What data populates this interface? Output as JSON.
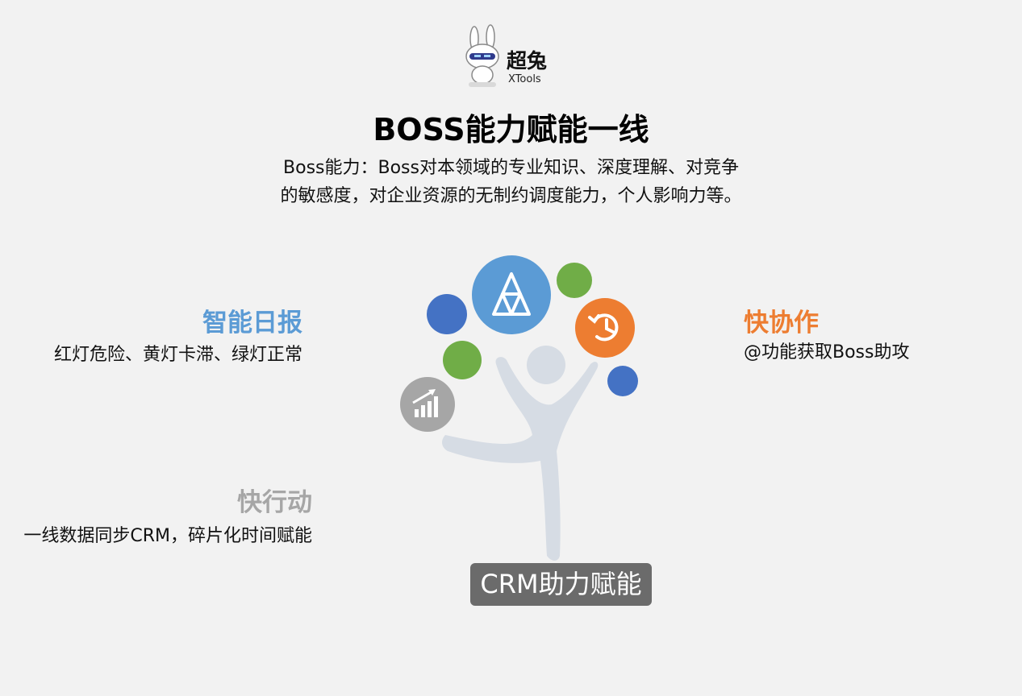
{
  "logo": {
    "cn": "超兔",
    "en": "XTools"
  },
  "headline": "BOSS能力赋能一线",
  "subtitle": [
    "Boss能力：Boss对本领域的专业知识、深度理解、对竞争",
    "的敏感度，对企业资源的无制约调度能力，个人影响力等。"
  ],
  "features": {
    "daily": {
      "title": "智能日报",
      "desc": "红灯危险、黄灯卡滞、绿灯正常"
    },
    "move": {
      "title": "快行动",
      "desc": "一线数据同步CRM，碎片化时间赋能"
    },
    "collab": {
      "title": "快协作",
      "desc": "@功能获取Boss助攻"
    }
  },
  "center_label": "CRM助力赋能",
  "colors": {
    "blue": "#5b9bd5",
    "orange": "#ed7d31",
    "green": "#70ad47",
    "dark_blue": "#4472c4",
    "gray": "#a6a6a6",
    "figure": "#d6dce4",
    "button": "#6b6b6b"
  },
  "icons": [
    "rabbit-mascot-icon",
    "triangle-icon",
    "history-icon",
    "growth-chart-icon"
  ]
}
